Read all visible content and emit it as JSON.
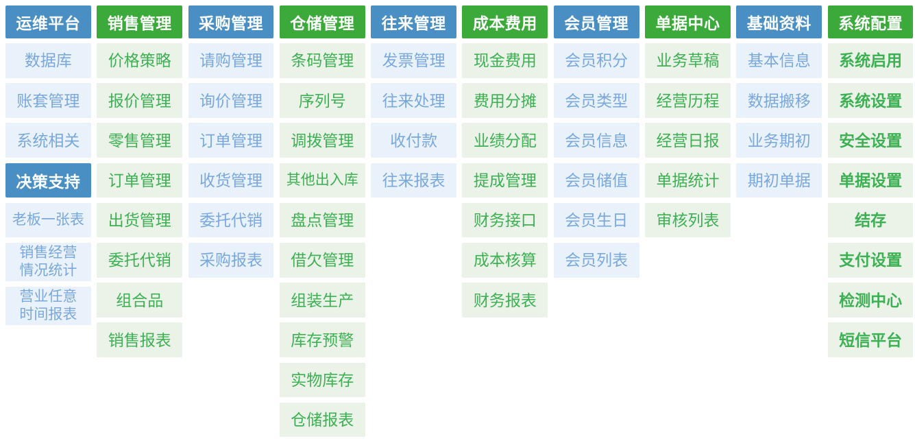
{
  "palette": {
    "blue_header_bg": "#4A8FC4",
    "green_header_bg": "#3BAA3B",
    "blue_item_bg": "#E9F1FB",
    "blue_item_text": "#7AA8DC",
    "green_item_bg": "#EBF3E9",
    "green_item_text": "#3CB053"
  },
  "columns": [
    {
      "id": "yunwei-pingtai",
      "theme": "blue",
      "header": "运维平台",
      "cells": [
        {
          "type": "item",
          "label": "数据库"
        },
        {
          "type": "item",
          "label": "账套管理"
        },
        {
          "type": "item",
          "label": "系统相关"
        },
        {
          "type": "header",
          "label": "决策支持"
        },
        {
          "type": "item",
          "label": "老板一张表"
        },
        {
          "type": "item",
          "label": "销售经营\n情况统计"
        },
        {
          "type": "item",
          "label": "营业任意\n时间报表"
        }
      ]
    },
    {
      "id": "xiaoshou-guanli",
      "theme": "green",
      "header": "销售管理",
      "cells": [
        {
          "type": "item",
          "label": "价格策略"
        },
        {
          "type": "item",
          "label": "报价管理"
        },
        {
          "type": "item",
          "label": "零售管理"
        },
        {
          "type": "item",
          "label": "订单管理"
        },
        {
          "type": "item",
          "label": "出货管理"
        },
        {
          "type": "item",
          "label": "委托代销"
        },
        {
          "type": "item",
          "label": "组合品"
        },
        {
          "type": "item",
          "label": "销售报表"
        }
      ]
    },
    {
      "id": "caigou-guanli",
      "theme": "blue",
      "header": "采购管理",
      "cells": [
        {
          "type": "item",
          "label": "请购管理"
        },
        {
          "type": "item",
          "label": "询价管理"
        },
        {
          "type": "item",
          "label": "订单管理"
        },
        {
          "type": "item",
          "label": "收货管理"
        },
        {
          "type": "item",
          "label": "委托代销"
        },
        {
          "type": "item",
          "label": "采购报表"
        }
      ]
    },
    {
      "id": "cangchu-guanli",
      "theme": "green",
      "header": "仓储管理",
      "cells": [
        {
          "type": "item",
          "label": "条码管理"
        },
        {
          "type": "item",
          "label": "序列号"
        },
        {
          "type": "item",
          "label": "调拨管理"
        },
        {
          "type": "item",
          "label": "其他出入库"
        },
        {
          "type": "item",
          "label": "盘点管理"
        },
        {
          "type": "item",
          "label": "借欠管理"
        },
        {
          "type": "item",
          "label": "组装生产"
        },
        {
          "type": "item",
          "label": "库存预警"
        },
        {
          "type": "item",
          "label": "实物库存"
        },
        {
          "type": "item",
          "label": "仓储报表"
        }
      ]
    },
    {
      "id": "wanglai-guanli",
      "theme": "blue",
      "header": "往来管理",
      "cells": [
        {
          "type": "item",
          "label": "发票管理"
        },
        {
          "type": "item",
          "label": "往来处理"
        },
        {
          "type": "item",
          "label": "收付款"
        },
        {
          "type": "item",
          "label": "往来报表"
        }
      ]
    },
    {
      "id": "chengben-feiyong",
      "theme": "green",
      "header": "成本费用",
      "cells": [
        {
          "type": "item",
          "label": "现金费用"
        },
        {
          "type": "item",
          "label": "费用分摊"
        },
        {
          "type": "item",
          "label": "业绩分配"
        },
        {
          "type": "item",
          "label": "提成管理"
        },
        {
          "type": "item",
          "label": "财务接口"
        },
        {
          "type": "item",
          "label": "成本核算"
        },
        {
          "type": "item",
          "label": "财务报表"
        }
      ]
    },
    {
      "id": "huiyuan-guanli",
      "theme": "blue",
      "header": "会员管理",
      "cells": [
        {
          "type": "item",
          "label": "会员积分"
        },
        {
          "type": "item",
          "label": "会员类型"
        },
        {
          "type": "item",
          "label": "会员信息"
        },
        {
          "type": "item",
          "label": "会员储值"
        },
        {
          "type": "item",
          "label": "会员生日"
        },
        {
          "type": "item",
          "label": "会员列表"
        }
      ]
    },
    {
      "id": "danju-zhongxin",
      "theme": "green",
      "header": "单据中心",
      "cells": [
        {
          "type": "item",
          "label": "业务草稿"
        },
        {
          "type": "item",
          "label": "经营历程"
        },
        {
          "type": "item",
          "label": "经营日报"
        },
        {
          "type": "item",
          "label": "单据统计"
        },
        {
          "type": "item",
          "label": "审核列表"
        }
      ]
    },
    {
      "id": "jichu-ziliao",
      "theme": "blue",
      "header": "基础资料",
      "cells": [
        {
          "type": "item",
          "label": "基本信息"
        },
        {
          "type": "item",
          "label": "数据搬移"
        },
        {
          "type": "item",
          "label": "业务期初"
        },
        {
          "type": "item",
          "label": "期初单据"
        }
      ]
    },
    {
      "id": "xitong-peizhi",
      "theme": "green",
      "header": "系统配置",
      "bold_items": true,
      "cells": [
        {
          "type": "item",
          "label": "系统启用"
        },
        {
          "type": "item",
          "label": "系统设置"
        },
        {
          "type": "item",
          "label": "安全设置"
        },
        {
          "type": "item",
          "label": "单据设置"
        },
        {
          "type": "item",
          "label": "结存"
        },
        {
          "type": "item",
          "label": "支付设置"
        },
        {
          "type": "item",
          "label": "检测中心"
        },
        {
          "type": "item",
          "label": "短信平台"
        }
      ]
    }
  ]
}
